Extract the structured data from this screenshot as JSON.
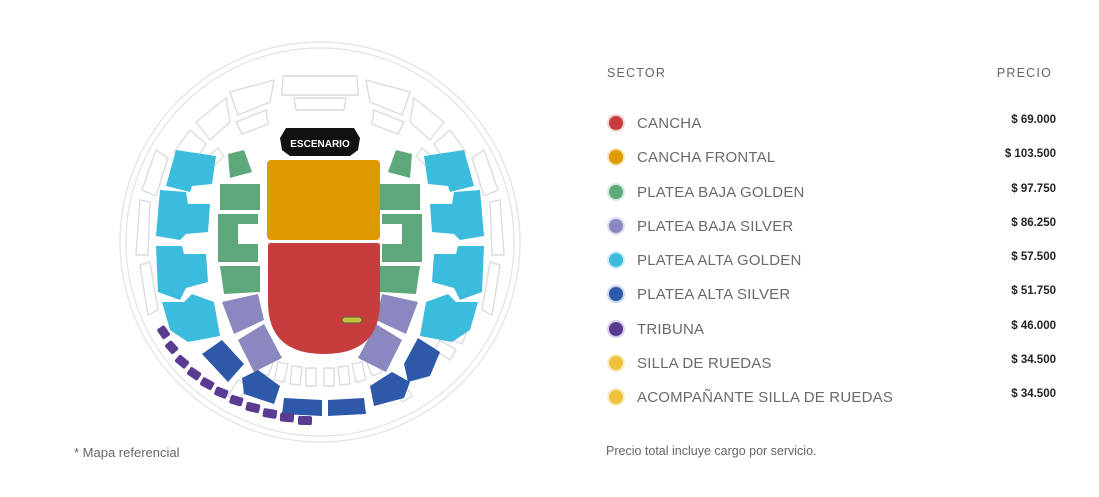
{
  "map": {
    "stage_label": "ESCENARIO",
    "note": "* Mapa referencial"
  },
  "table": {
    "header_sector": "SECTOR",
    "header_price": "PRECIO",
    "rows": [
      {
        "name": "CANCHA",
        "price": "$ 69.000",
        "color": "#c73c3c",
        "ring": "#f2d3d3"
      },
      {
        "name": "CANCHA FRONTAL",
        "price": "$ 103.500",
        "color": "#de9a00",
        "ring": "#f6e2b3"
      },
      {
        "name": "PLATEA BAJA GOLDEN",
        "price": "$ 97.750",
        "color": "#5da77a",
        "ring": "#d2e8da"
      },
      {
        "name": "PLATEA BAJA SILVER",
        "price": "$ 86.250",
        "color": "#8a88bf",
        "ring": "#dddcee"
      },
      {
        "name": "PLATEA ALTA GOLDEN",
        "price": "$ 57.500",
        "color": "#3cbcdc",
        "ring": "#cdeef6"
      },
      {
        "name": "PLATEA ALTA SILVER",
        "price": "$ 51.750",
        "color": "#2d59a8",
        "ring": "#c9d5ec"
      },
      {
        "name": "TRIBUNA",
        "price": "$ 46.000",
        "color": "#5a3b92",
        "ring": "#d6cde6"
      },
      {
        "name": "SILLA DE RUEDAS",
        "price": "$ 34.500",
        "color": "#eec040",
        "ring": "#faedc4"
      },
      {
        "name": "ACOMPAÑANTE SILLA DE RUEDAS",
        "price": "$ 34.500",
        "color": "#eec040",
        "ring": "#faedc4"
      }
    ]
  },
  "footer": "Precio total incluye cargo por servicio."
}
